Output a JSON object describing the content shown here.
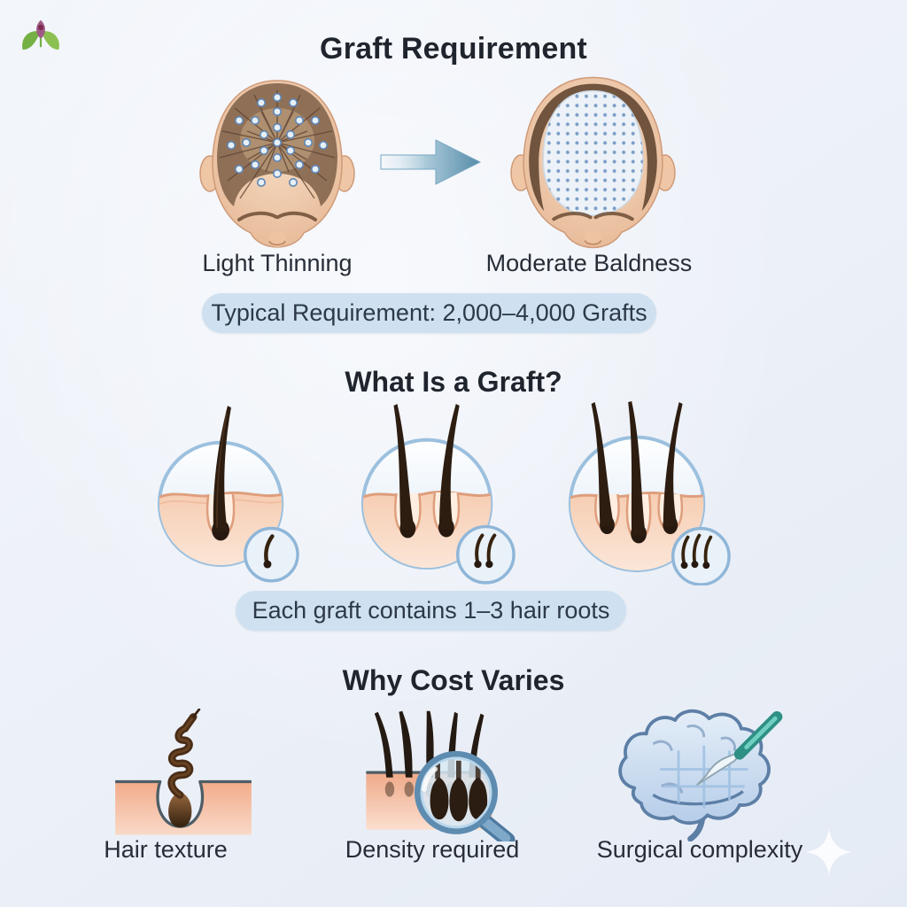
{
  "header": {
    "title": "Graft Requirement"
  },
  "graft_requirement": {
    "stages": [
      {
        "label": "Light Thinning"
      },
      {
        "label": "Moderate Baldness"
      }
    ],
    "badge": "Typical Requirement: 2,000–4,000 Grafts"
  },
  "what_is_graft": {
    "heading": "What Is a Graft?",
    "graft_types": [
      {
        "hairs": 1
      },
      {
        "hairs": 2
      },
      {
        "hairs": 3
      }
    ],
    "badge": "Each graft contains 1–3 hair roots"
  },
  "why_cost_varies": {
    "heading": "Why Cost Varies",
    "factors": [
      {
        "label": "Hair texture",
        "icon": "curly-hair-follicle-icon"
      },
      {
        "label": "Density required",
        "icon": "density-magnifier-icon"
      },
      {
        "label": "Surgical complexity",
        "icon": "brain-scalpel-icon"
      }
    ]
  },
  "icons": {
    "logo": "lotus-hands-logo",
    "arrow": "progression-arrow-right",
    "stage_illustrations": [
      "head-light-thinning",
      "head-moderate-baldness"
    ],
    "graft_illustrations": [
      "single-hair-graft",
      "double-hair-graft",
      "triple-hair-graft"
    ],
    "sparkle": "sparkle"
  },
  "colors": {
    "background": "#edf1f8",
    "badge_bg": "#cfe1f0",
    "heading_text": "#1f242d",
    "label_text": "#272d37",
    "graft_dot_blue": "#5d87b8",
    "circle_stroke": "#9cc0de",
    "skin_tone": "#f0c7a6",
    "hair_brown": "#2d1d11",
    "arrow_teal": "#5890ad",
    "logo_green": "#74b043",
    "logo_purple": "#a05a86"
  }
}
